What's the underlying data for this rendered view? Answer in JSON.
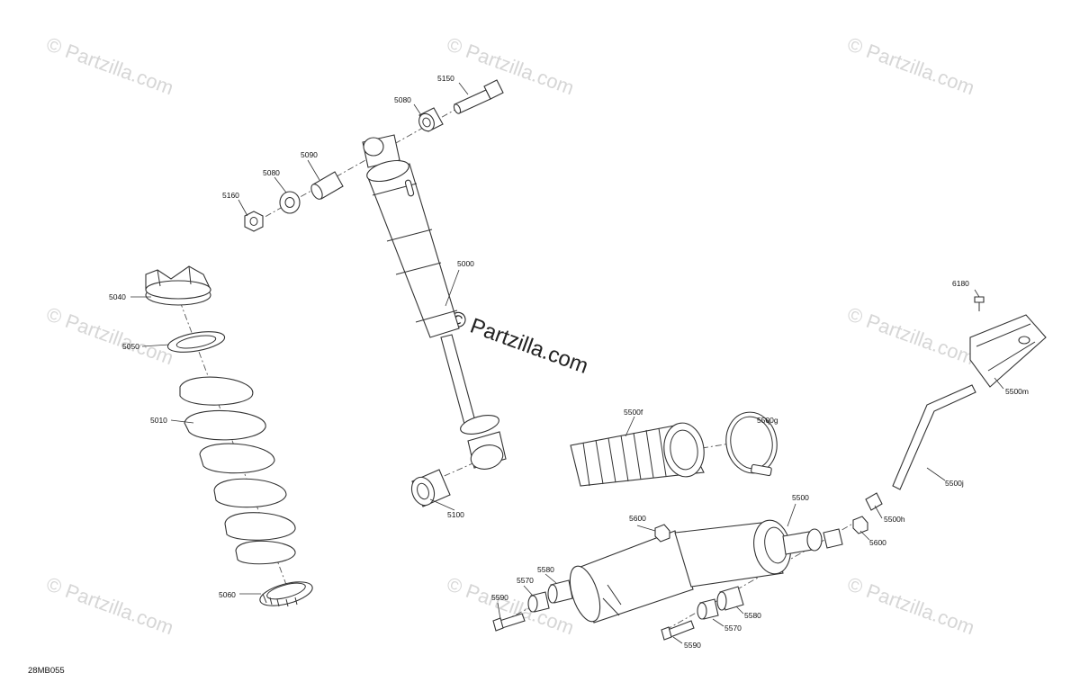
{
  "watermark_text": "© Partzilla.com",
  "center_watermark_text": "© Partzilla.com",
  "diagram_code": "28MB055",
  "labels": {
    "p5150": "5150",
    "p5080a": "5080",
    "p5090": "5090",
    "p5080b": "5080",
    "p5160": "5160",
    "p5000": "5000",
    "p5040": "5040",
    "p5050": "5050",
    "p5010": "5010",
    "p5060": "5060",
    "p5100": "5100",
    "p5500f": "5500f",
    "p5500g": "5500g",
    "p6180": "6180",
    "p5500m": "5500m",
    "p5500j": "5500j",
    "p5500": "5500",
    "p5500h": "5500h",
    "p5600a": "5600",
    "p5600b": "5600",
    "p5580a": "5580",
    "p5570a": "5570",
    "p5590a": "5590",
    "p5580b": "5580",
    "p5570b": "5570",
    "p5590b": "5590"
  }
}
